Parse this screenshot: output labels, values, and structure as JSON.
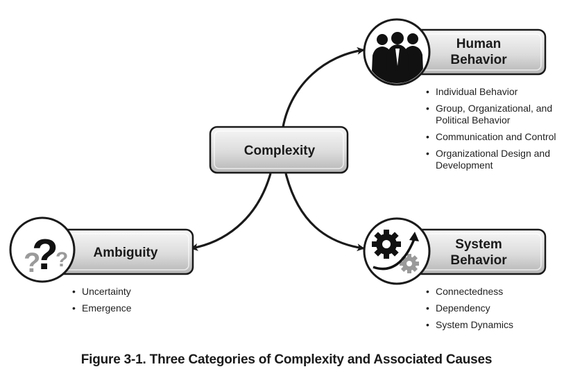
{
  "center": {
    "label": "Complexity"
  },
  "human": {
    "label_line1": "Human",
    "label_line2": "Behavior",
    "icon": "business-people-icon",
    "items": [
      "Individual Behavior",
      "Group, Organizational, and Political Behavior",
      "Communication and Control",
      "Organizational Design and Development"
    ]
  },
  "ambiguity": {
    "label": "Ambiguity",
    "icon": "question-marks-icon",
    "items": [
      "Uncertainty",
      "Emergence"
    ]
  },
  "system": {
    "label_line1": "System",
    "label_line2": "Behavior",
    "icon": "gears-icon",
    "items": [
      "Connectedness",
      "Dependency",
      "System Dynamics"
    ]
  },
  "caption": "Figure 3-1. Three Categories of Complexity and Associated Causes",
  "colors": {
    "box_fill_light": "#f4f4f4",
    "box_fill_dark": "#b9b9b9",
    "stroke": "#1a1a1a",
    "icon_dark": "#111111",
    "icon_gray": "#9a9a9a"
  }
}
